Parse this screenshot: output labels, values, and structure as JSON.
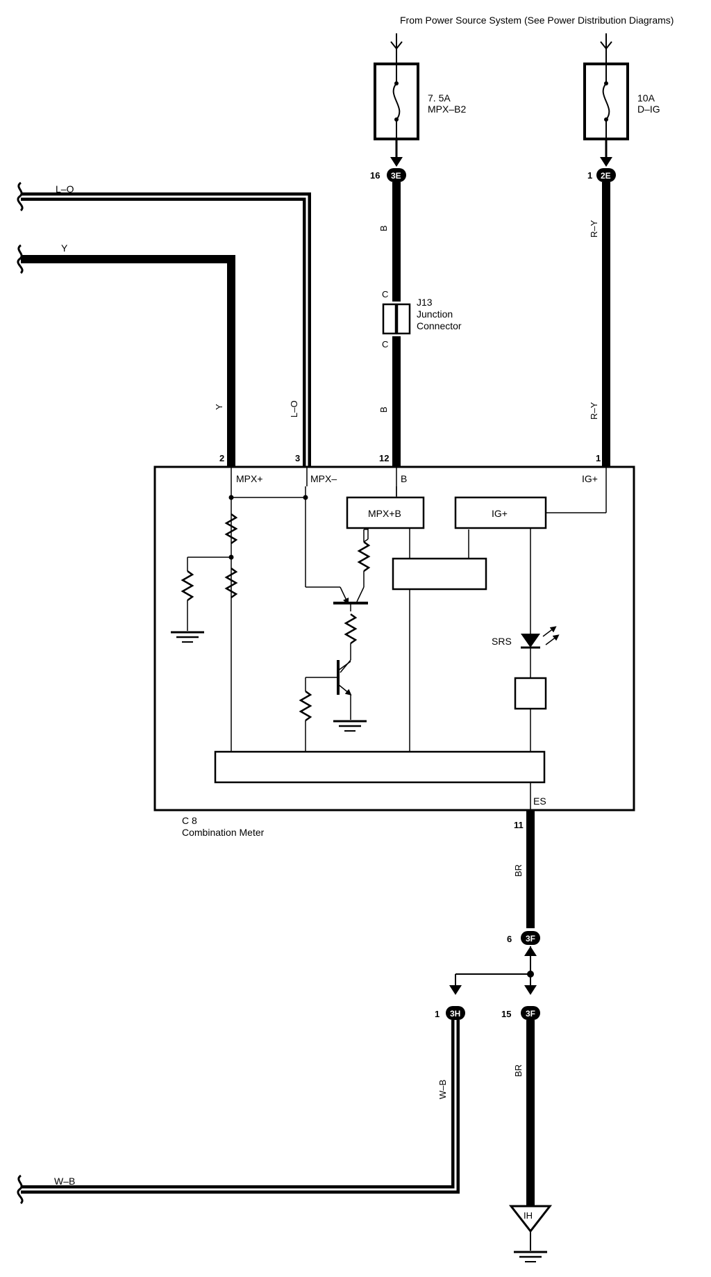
{
  "source": {
    "label": "From Power Source System (See Power Distribution Diagrams)"
  },
  "fuses": [
    {
      "rating": "7. 5A",
      "name": "MPX–B2"
    },
    {
      "rating": "10A",
      "name": "D–IG"
    }
  ],
  "connectors": {
    "c3E": {
      "id": "3E",
      "pin": "16"
    },
    "c2E": {
      "id": "2E",
      "pin": "1"
    },
    "c3F_top": {
      "id": "3F",
      "pin": "6"
    },
    "c3F_bot": {
      "id": "3F",
      "pin": "15"
    },
    "c3H": {
      "id": "3H",
      "pin": "1"
    }
  },
  "junction": {
    "id": "J13",
    "line1": "Junction",
    "line2": "Connector",
    "pin_a": "C",
    "pin_b": "C"
  },
  "wires": {
    "lo": "L–O",
    "y": "Y",
    "b": "B",
    "ry": "R–Y",
    "br": "BR",
    "wb": "W–B"
  },
  "meter": {
    "id": "C 8",
    "name": "Combination Meter",
    "pins": {
      "p2": "2",
      "p3": "3",
      "p12": "12",
      "p1": "1",
      "p11": "11"
    },
    "terminals": {
      "mpx_plus": "MPX+",
      "mpx_minus": "MPX–",
      "b": "B",
      "ig_plus": "IG+",
      "es": "ES"
    },
    "blocks": {
      "mpxb": "MPX+B",
      "igp": "IG+"
    },
    "srs": "SRS"
  },
  "ground": {
    "id": "IH"
  }
}
